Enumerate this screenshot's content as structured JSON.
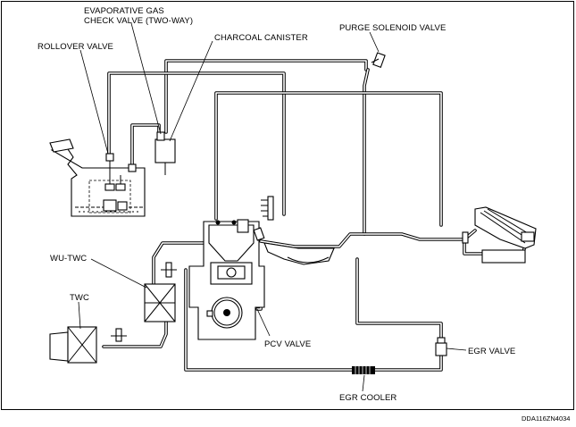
{
  "labels": {
    "evaporative_gas_line1": "EVAPORATIVE GAS",
    "evaporative_gas_line2": "CHECK VALVE (TWO-WAY)",
    "charcoal_canister": "CHARCOAL CANISTER",
    "purge_solenoid_valve": "PURGE SOLENOID VALVE",
    "rollover_valve": "ROLLOVER VALVE",
    "wu_twc": "WU-TWC",
    "twc": "TWC",
    "pcv_valve": "PCV VALVE",
    "egr_valve": "EGR VALVE",
    "egr_cooler": "EGR COOLER"
  },
  "figure_code": "DDA116ZN4034"
}
